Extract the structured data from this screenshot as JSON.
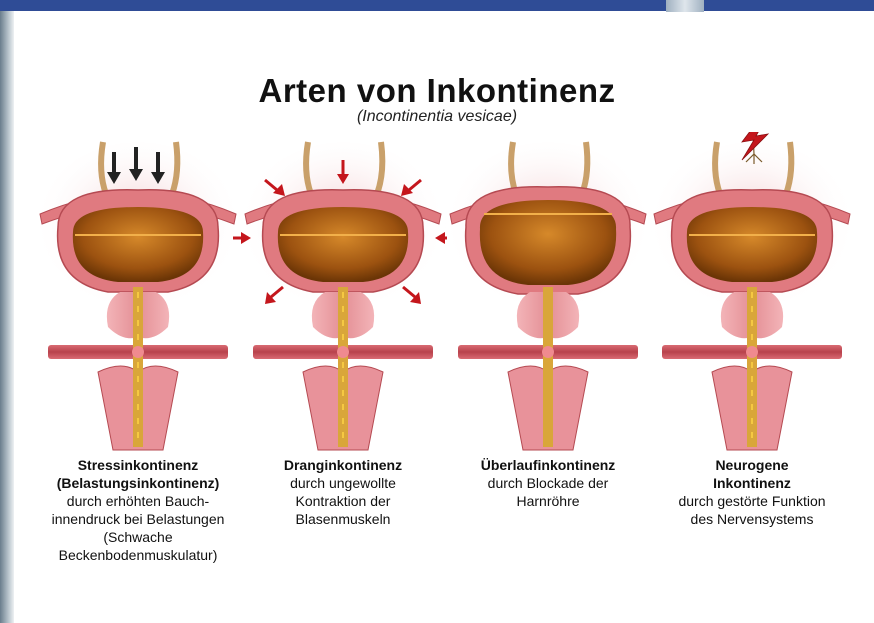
{
  "title": "Arten von Inkontinenz",
  "subtitle": "(Incontinentia vesicae)",
  "colors": {
    "header_bar": "#2f4c96",
    "bladder_wall": "#e07a80",
    "urine": "#a4580f",
    "pressure_arrow": "#222222",
    "contraction_arrow": "#c4161c",
    "urethra_flow": "#f5c842"
  },
  "panels": [
    {
      "type_heading": "Stressinkontinenz\n(Belastungsinkontinenz)",
      "description": "durch erhöhten Bauch-\ninnendruck bei Belastungen\n(Schwache\nBeckenbodenmuskulatur)",
      "indicator_icon": "downward-pressure-arrows-icon"
    },
    {
      "type_heading": "Dranginkontinenz",
      "description": "durch ungewollte\nKontraktion der\nBlasenmuskeln",
      "indicator_icon": "inward-contraction-arrows-icon"
    },
    {
      "type_heading": "Überlaufinkontinenz",
      "description": "durch Blockade der\nHarnröhre",
      "indicator_icon": "none"
    },
    {
      "type_heading": "Neurogene\nInkontinenz",
      "description": "durch gestörte Funktion\ndes Nervensystems",
      "indicator_icon": "nerve-cell-lightning-icon"
    }
  ]
}
